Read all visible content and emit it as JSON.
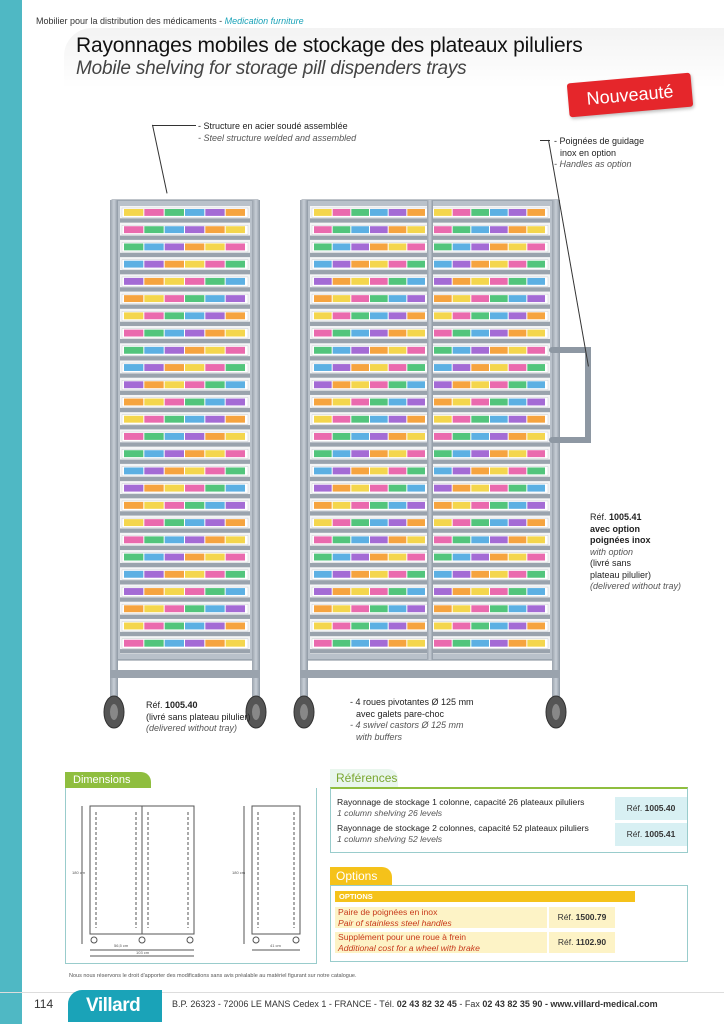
{
  "header": {
    "category_fr": "Mobilier pour la distribution des médicaments",
    "category_sep": " - ",
    "category_en": "Medication furniture"
  },
  "title": {
    "fr": "Rayonnages mobiles de stockage des plateaux piluliers",
    "en": "Mobile shelving for storage pill dispenders trays"
  },
  "badge": "Nouveauté",
  "annotations": {
    "structure_fr": "- Structure  en acier soudé assemblée",
    "structure_en": "- Steel structure welded and assembled",
    "handles_fr1": "- Poignées de guidage",
    "handles_fr2": "inox en option",
    "handles_en": "- Handles as option",
    "ref41_label": "Réf.",
    "ref41_num": "1005.41",
    "ref41_fr1": "avec option",
    "ref41_fr2": "poignées inox",
    "ref41_en": "with option",
    "ref41_note1": "(livré sans",
    "ref41_note2": "plateau pilulier)",
    "ref41_note_en": "(delivered without tray)",
    "ref40_label": "Réf.",
    "ref40_num": "1005.40",
    "ref40_note_fr": "(livré sans plateau pilulier)",
    "ref40_note_en": "(delivered without tray)",
    "castors_fr1": "- 4 roues pivotantes Ø 125 mm",
    "castors_fr2": "avec galets pare-choc",
    "castors_en1": "- 4 swivel castors Ø 125 mm",
    "castors_en2": "with buffers"
  },
  "dimensions": {
    "title": "Dimensions",
    "h1": "180 cm",
    "w1": "56,5 cm",
    "d1": "103 cm",
    "h2": "180 cm",
    "w2": "41 cm"
  },
  "references": {
    "title": "Références",
    "rows": [
      {
        "fr": "Rayonnage de stockage 1 colonne, capacité 26 plateaux piluliers",
        "en": "1 column shelving 26 levels",
        "ref_label": "Réf.",
        "ref": "1005.40"
      },
      {
        "fr": "Rayonnage de stockage 2 colonnes, capacité 52 plateaux piluliers",
        "en": "1 column shelving 52 levels",
        "ref_label": "Réf.",
        "ref": "1005.41"
      }
    ]
  },
  "options": {
    "title": "Options",
    "label": "OPTIONS",
    "rows": [
      {
        "fr": "Paire de poignées en inox",
        "en": "Pair of stainless steel handles",
        "ref_label": "Réf.",
        "ref": "1500.79"
      },
      {
        "fr": "Supplément pour une roue à frein",
        "en": "Additional cost for a wheel with brake",
        "ref_label": "Réf.",
        "ref": "1102.90"
      }
    ]
  },
  "footer": {
    "disclaimer": "Nous nous réservons le droit d'apporter des modifications sans avis préalable au matériel figurant sur notre catalogue.",
    "page": "114",
    "logo": "Villard",
    "address": "B.P. 26323 - 72006 LE MANS Cedex 1 - FRANCE - Tél.",
    "tel": "02 43 82 32 45",
    "fax_label": " - Fax ",
    "fax": "02 43 82 35 90",
    "web": " - www.villard-medical.com"
  },
  "colors": {
    "accent": "#4fb8c4",
    "green": "#8fbe3f",
    "yellow": "#f5c21a",
    "red": "#e5262b"
  }
}
